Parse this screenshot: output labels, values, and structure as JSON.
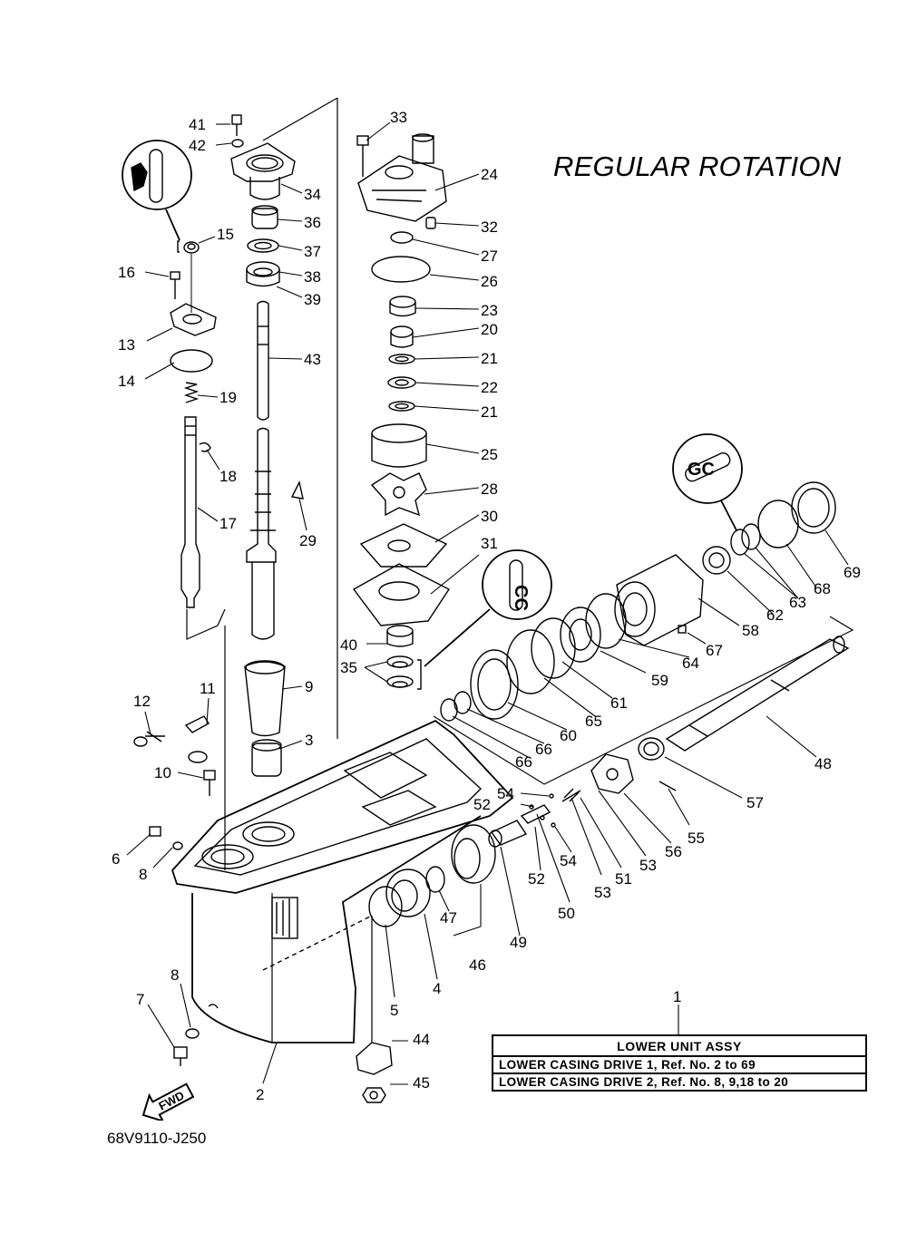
{
  "title": "REGULAR ROTATION",
  "doc_id": "68V9110-J250",
  "fwd_label": "FWD",
  "legend": {
    "number": "1",
    "header": "LOWER UNIT ASSY",
    "rows": [
      "LOWER CASING DRIVE 1,   Ref. No. 2 to 69",
      "LOWER CASING DRIVE 2,   Ref. No. 8, 9,18 to 20"
    ]
  },
  "callouts": [
    {
      "id": "c41",
      "label": "41"
    },
    {
      "id": "c42",
      "label": "42"
    },
    {
      "id": "c34",
      "label": "34"
    },
    {
      "id": "c36",
      "label": "36"
    },
    {
      "id": "c37",
      "label": "37"
    },
    {
      "id": "c38",
      "label": "38"
    },
    {
      "id": "c39",
      "label": "39"
    },
    {
      "id": "c43",
      "label": "43"
    },
    {
      "id": "c15",
      "label": "15"
    },
    {
      "id": "c16",
      "label": "16"
    },
    {
      "id": "c13",
      "label": "13"
    },
    {
      "id": "c14",
      "label": "14"
    },
    {
      "id": "c19",
      "label": "19"
    },
    {
      "id": "c18",
      "label": "18"
    },
    {
      "id": "c17",
      "label": "17"
    },
    {
      "id": "c29",
      "label": "29"
    },
    {
      "id": "c33",
      "label": "33"
    },
    {
      "id": "c24",
      "label": "24"
    },
    {
      "id": "c32",
      "label": "32"
    },
    {
      "id": "c27",
      "label": "27"
    },
    {
      "id": "c26",
      "label": "26"
    },
    {
      "id": "c23",
      "label": "23"
    },
    {
      "id": "c20",
      "label": "20"
    },
    {
      "id": "c21a",
      "label": "21"
    },
    {
      "id": "c22",
      "label": "22"
    },
    {
      "id": "c21b",
      "label": "21"
    },
    {
      "id": "c25",
      "label": "25"
    },
    {
      "id": "c28",
      "label": "28"
    },
    {
      "id": "c30",
      "label": "30"
    },
    {
      "id": "c31",
      "label": "31"
    },
    {
      "id": "c40",
      "label": "40"
    },
    {
      "id": "c35",
      "label": "35"
    },
    {
      "id": "c9",
      "label": "9"
    },
    {
      "id": "c3",
      "label": "3"
    },
    {
      "id": "c12",
      "label": "12"
    },
    {
      "id": "c11",
      "label": "11"
    },
    {
      "id": "c10",
      "label": "10"
    },
    {
      "id": "c6",
      "label": "6"
    },
    {
      "id": "c8a",
      "label": "8"
    },
    {
      "id": "c8b",
      "label": "8"
    },
    {
      "id": "c7",
      "label": "7"
    },
    {
      "id": "c2",
      "label": "2"
    },
    {
      "id": "c5",
      "label": "5"
    },
    {
      "id": "c4",
      "label": "4"
    },
    {
      "id": "c47",
      "label": "47"
    },
    {
      "id": "c46",
      "label": "46"
    },
    {
      "id": "c49",
      "label": "49"
    },
    {
      "id": "c44",
      "label": "44"
    },
    {
      "id": "c45",
      "label": "45"
    },
    {
      "id": "c50",
      "label": "50"
    },
    {
      "id": "c52a",
      "label": "52"
    },
    {
      "id": "c54a",
      "label": "54"
    },
    {
      "id": "c52b",
      "label": "52"
    },
    {
      "id": "c54b",
      "label": "54"
    },
    {
      "id": "c53a",
      "label": "53"
    },
    {
      "id": "c51",
      "label": "51"
    },
    {
      "id": "c53b",
      "label": "53"
    },
    {
      "id": "c56",
      "label": "56"
    },
    {
      "id": "c55",
      "label": "55"
    },
    {
      "id": "c57",
      "label": "57"
    },
    {
      "id": "c48",
      "label": "48"
    },
    {
      "id": "c66a",
      "label": "66"
    },
    {
      "id": "c66b",
      "label": "66"
    },
    {
      "id": "c60",
      "label": "60"
    },
    {
      "id": "c65",
      "label": "65"
    },
    {
      "id": "c61",
      "label": "61"
    },
    {
      "id": "c59",
      "label": "59"
    },
    {
      "id": "c64",
      "label": "64"
    },
    {
      "id": "c67",
      "label": "67"
    },
    {
      "id": "c58",
      "label": "58"
    },
    {
      "id": "c62",
      "label": "62"
    },
    {
      "id": "c63",
      "label": "63"
    },
    {
      "id": "c68",
      "label": "68"
    },
    {
      "id": "c69",
      "label": "69"
    }
  ],
  "icons": [
    "grease-symbol-icon",
    "fwd-arrow-icon"
  ]
}
